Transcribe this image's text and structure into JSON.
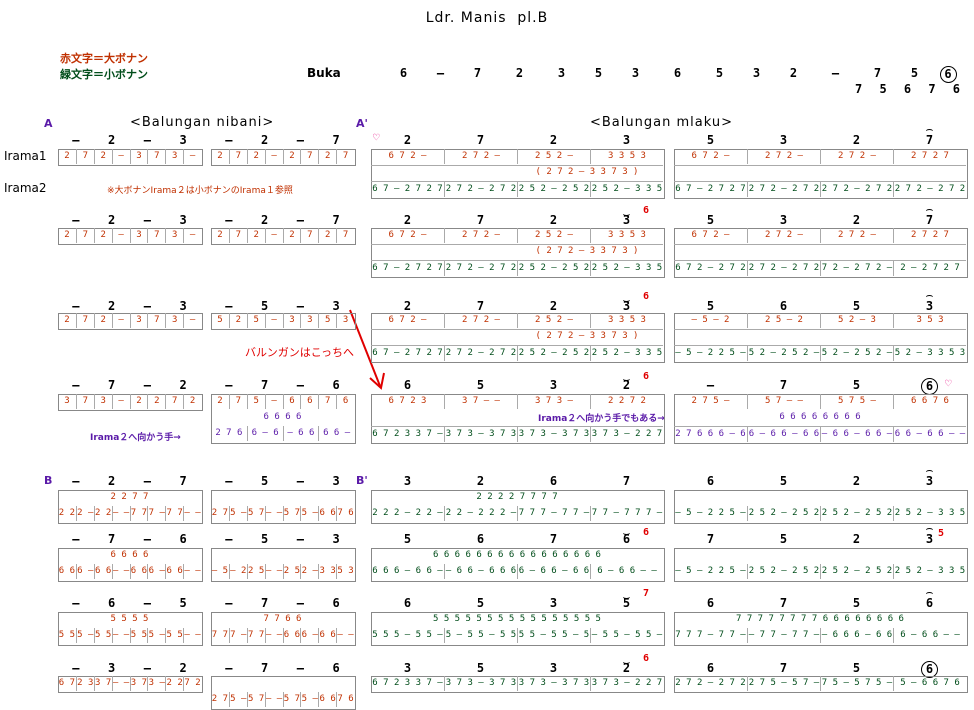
{
  "title": "Ldr. Manis  pl.B",
  "legend": {
    "red": "赤文字＝大ボナン",
    "green": "緑文字＝小ボナン"
  },
  "buka_label": "Buka",
  "buka_notes": [
    "6",
    "–",
    "7",
    "2",
    "3",
    "5",
    "3",
    "6",
    "5",
    "3",
    "2",
    "–",
    "7",
    "5",
    "6"
  ],
  "buka_sub": "7 5 6 7 6",
  "sections": {
    "A": "A",
    "A2": "A'",
    "B": "B",
    "B2": "B'",
    "balungan_nibani": "<Balungan nibani>",
    "balungan_mlaku": "<Balungan mlaku>"
  },
  "labels": {
    "irama1": "Irama1",
    "irama2": "Irama2"
  },
  "notes": {
    "irama2_ref": "※大ボナンIrama２は小ボナンのIrama１参照",
    "arrow_text": "バルンガンはこっちへ",
    "to_irama2": "Irama２へ向かう手→",
    "to_irama2_too": "Irama２へ向かう手でもある→"
  },
  "marks": {
    "heart": "♡",
    "six": "6",
    "seven": "7",
    "five": "5"
  },
  "left": {
    "r1": {
      "bal": [
        "–",
        "2",
        "–",
        "3",
        "–",
        "2",
        "–",
        "7"
      ],
      "c1": "2 7 2 – 3 7 3 –",
      "c2": "2 7 2 – 2 7 2 7"
    },
    "r2": {
      "bal": [
        "–",
        "2",
        "–",
        "3",
        "–",
        "2",
        "–",
        "7"
      ],
      "c1": "2 7 2 – 3 7 3 –",
      "c2": "2 7 2 – 2 7 2 7"
    },
    "r3": {
      "bal": [
        "–",
        "2",
        "–",
        "3",
        "–",
        "5",
        "–",
        "3"
      ],
      "c1": "2 7 2 – 3 7 3 –",
      "c2": "5 2 5 – 3 3 5 3"
    },
    "r4": {
      "bal": [
        "–",
        "7",
        "–",
        "2",
        "–",
        "7",
        "–",
        "6"
      ],
      "c1": "3 7 3 – 2 2 7 2",
      "c2": "2 7 5 – 6 6 7 6",
      "c2b": "   6   6     6   6",
      "c2c": "2766 6–66 –66– 66––"
    },
    "b1": {
      "bal": [
        "–",
        "2",
        "–",
        "7",
        "–",
        "5",
        "–",
        "3"
      ],
      "c1a": "   2   2     7   7",
      "c1b": "222–22––777–77––",
      "c2": "275–57––575–6676"
    },
    "b2": {
      "bal": [
        "–",
        "7",
        "–",
        "6",
        "–",
        "5",
        "–",
        "3"
      ],
      "c1a": "   6   6     6   6",
      "c1b": "666–66––666–66––",
      "c2": "–5–225––252–3353"
    },
    "b3": {
      "bal": [
        "–",
        "6",
        "–",
        "5",
        "–",
        "7",
        "–",
        "6"
      ],
      "c1a": "   5   5     5   5",
      "c1b": "555–55––555–55––",
      "c2a": "   7   7     6   6",
      "c2b": "777–77––666–66––"
    },
    "b4": {
      "bal": [
        "–",
        "3",
        "–",
        "2",
        "–",
        "7",
        "–",
        "6"
      ],
      "c1": "672337––373–2272",
      "c2": "275–57––575–6676"
    }
  },
  "right": {
    "r1": {
      "bal": [
        "2",
        "7",
        "2",
        "3",
        "5",
        "3",
        "2",
        "7"
      ],
      "c1": "6 7 2 – 2 7 2 – 2 5 2 – 3 3 5 3",
      "c2": "6 7 2 – 2 7 2 – 2 7 2 – 2 7 2 7",
      "mid": "( 2 7 2 – 3 3 7 3 )",
      "low1": "67–2727–272–272–252–252–252–3353",
      "low2": "67–2727–272–272–272–272–272–2727"
    },
    "r2": {
      "bal": [
        "2",
        "7",
        "2",
        "3",
        "5",
        "3",
        "2",
        "7"
      ],
      "c1": "6 7 2 – 2 7 2 – 2 5 2 – 3 3 5 3",
      "c2": "6 7 2 – 2 7 2 – 2 7 2 – 2 7 2 7",
      "mid": "( 2 7 2 – 3 3 7 3 )",
      "low1": "67–2727–272–272–252–252–252–3353",
      "low2": "672–2727–272–272–272–272–272–2727"
    },
    "r3": {
      "bal": [
        "2",
        "7",
        "2",
        "3",
        "5",
        "6",
        "5",
        "3"
      ],
      "c1": "6 7 2 – 2 7 2 – 2 5 2 – 3 3 5 3",
      "c2": "– 5 – 2 2 5 – 2 5 2 – 3 3 5 3",
      "mid": "( 2 7 2 – 3 3 7 3 )",
      "low1": "67–2727–272–272–252–252–252–3353",
      "low2": "–5–225–252–252–252–252–252–3353"
    },
    "r4": {
      "bal": [
        "6",
        "5",
        "3",
        "2",
        "–",
        "7",
        "5",
        "6"
      ],
      "c1": "6 7 2 3 3 7 – – 3 7 3 – 2 2 7 2",
      "c2": "2 7 5 – 5 7 – – 5 7 5 – 6 6 7 6",
      "mid2": "6   6   6   6   6   6   6   6",
      "low1": "672337––373–373–373–373–373–2272",
      "low2": "27666–66–66–66–66–66–66–66––"
    },
    "b1": {
      "bal": [
        "3",
        "2",
        "6",
        "7",
        "6",
        "5",
        "2",
        "3"
      ],
      "c1a": "2   2   2   2   7   7   7   7",
      "c1b": "222–22––22–222––777–77––77–777––",
      "c2": "–5–225––252–252–252–252–252–3353"
    },
    "b2": {
      "bal": [
        "5",
        "6",
        "7",
        "6",
        "7",
        "5",
        "2",
        "3"
      ],
      "c1a": "6 6 6 6 6 6 6 6 6 6 6 6 6 6 6 6",
      "c1b": "666–66–66–66–666–66–66–66–66–66––",
      "c2": "–5–225––252–252–252–252–252–3353"
    },
    "b3": {
      "bal": [
        "6",
        "5",
        "3",
        "5",
        "6",
        "7",
        "5",
        "6"
      ],
      "c1a": "5 5 5 5 5 5 5 5 5 5 5 5 5 5 5 5",
      "c1b": "555–55–55–55–55–55–55–55–55–55––",
      "c2a": "7 7 7 7 7 7 7 7 6 6 6 6 6 6 6 6",
      "c2b": "777–77–77–77–77–77–666–66–66–66––"
    },
    "b4": {
      "bal": [
        "3",
        "5",
        "3",
        "2",
        "6",
        "7",
        "5",
        "6"
      ],
      "c1": "672337––373–373–373–373–373–2272",
      "c2": "272–272––275–57––575–575–575–6676"
    }
  }
}
